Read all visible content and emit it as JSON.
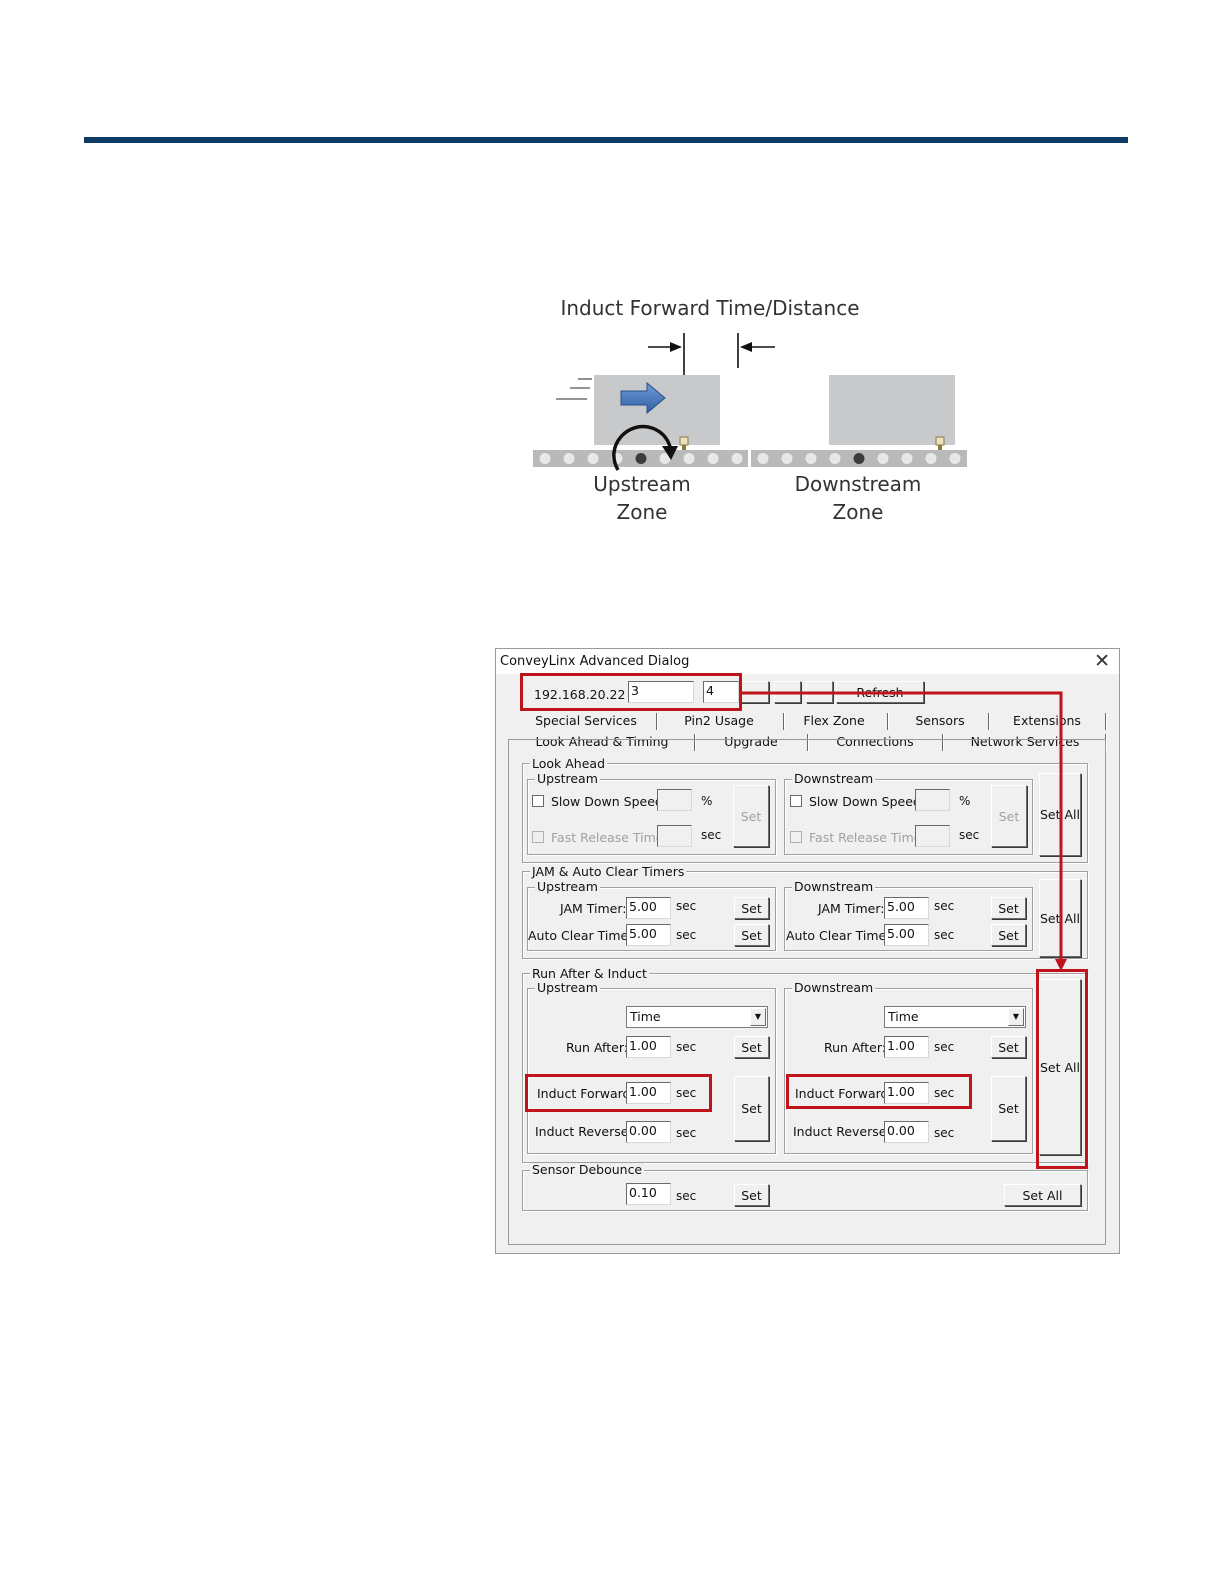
{
  "diagram": {
    "title": "Induct Forward Time/Distance",
    "upstream_label_line1": "Upstream",
    "upstream_label_line2": "Zone",
    "downstream_label_line1": "Downstream",
    "downstream_label_line2": "Zone"
  },
  "dialog": {
    "title": "ConveyLinx Advanced Dialog",
    "address": {
      "ip": "192.168.20.22",
      "field_a": "3",
      "field_b": "4",
      "minus_label": "-",
      "refresh_label": "Refresh"
    },
    "tabs_row1": [
      "Special Services",
      "Pin2 Usage",
      "Flex Zone",
      "Sensors",
      "Extensions"
    ],
    "tabs_row2": [
      "Look Ahead & Timing",
      "Upgrade",
      "Connections",
      "Network Services"
    ],
    "look_ahead": {
      "label": "Look Ahead",
      "upstream_label": "Upstream",
      "downstream_label": "Downstream",
      "slow_down_label": "Slow Down Speed",
      "slow_unit": "%",
      "fast_release_label": "Fast Release Time",
      "fast_unit": "sec",
      "set_label": "Set",
      "set_all_label": "Set All"
    },
    "jam": {
      "label": "JAM & Auto Clear Timers",
      "upstream_label": "Upstream",
      "downstream_label": "Downstream",
      "jam_timer_label": "JAM Timer:",
      "auto_clear_label": "Auto Clear Timer:",
      "unit": "sec",
      "up_jam": "5.00",
      "up_auto": "5.00",
      "down_jam": "5.00",
      "down_auto": "5.00",
      "set_label": "Set",
      "set_all_label": "Set All"
    },
    "run_after": {
      "label": "Run After & Induct",
      "upstream_label": "Upstream",
      "downstream_label": "Downstream",
      "mode": "Time",
      "run_after_label": "Run After:",
      "induct_forward_label": "Induct Forward:",
      "induct_reverse_label": "Induct Reverse:",
      "unit": "sec",
      "up_run_after": "1.00",
      "up_induct_forward": "1.00",
      "up_induct_reverse": "0.00",
      "down_run_after": "1.00",
      "down_induct_forward": "1.00",
      "down_induct_reverse": "0.00",
      "set_label": "Set",
      "set_all_label": "Set All"
    },
    "debounce": {
      "label": "Sensor Debounce",
      "value": "0.10",
      "unit": "sec",
      "set_label": "Set",
      "set_all_label": "Set All"
    }
  },
  "colors": {
    "rule": "#0d3b66",
    "highlight": "#c0141c",
    "arrow_fill": "#3f6fb6"
  }
}
